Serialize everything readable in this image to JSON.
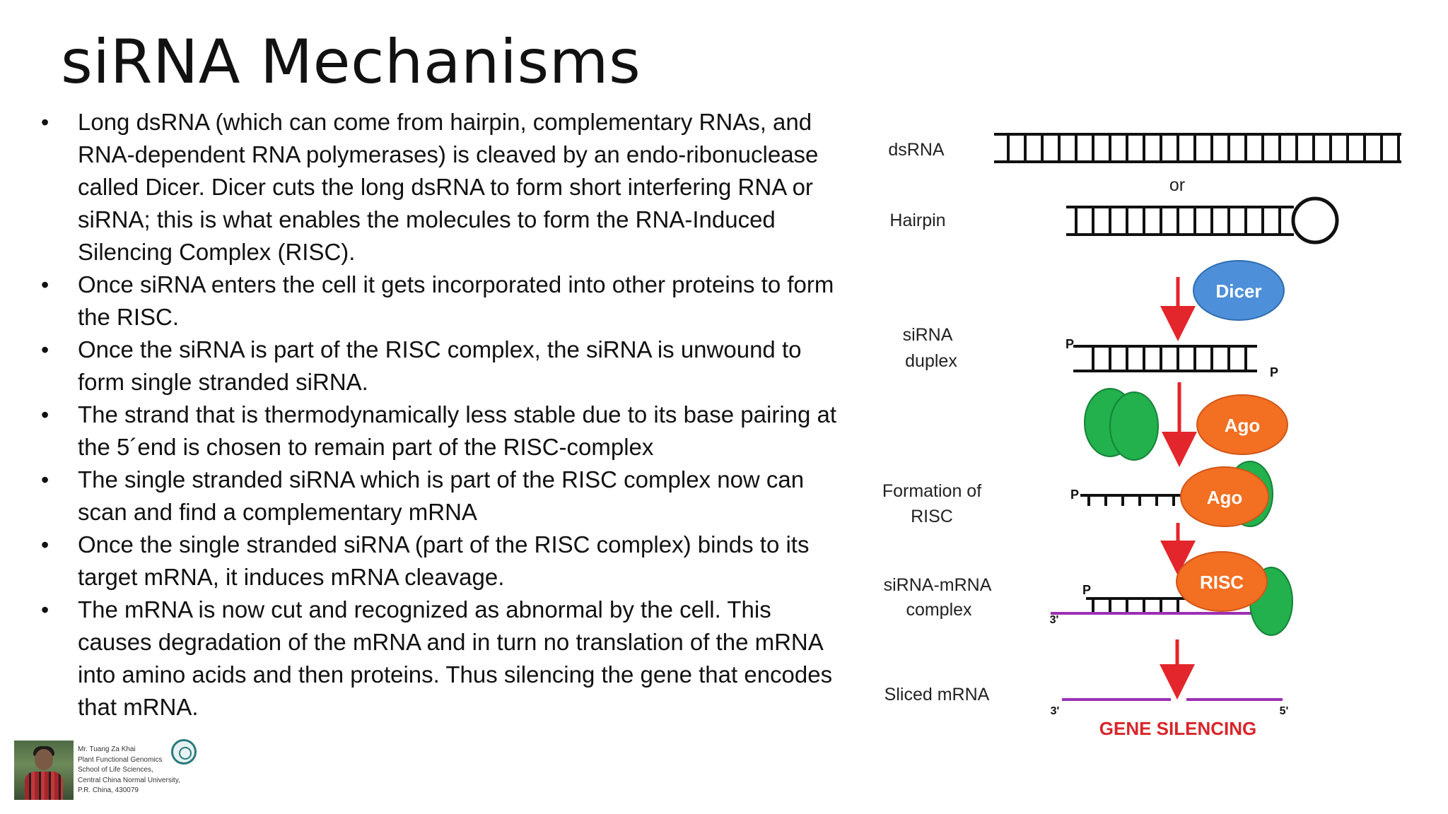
{
  "slide": {
    "title": "siRNA Mechanisms",
    "bullets": [
      "Long dsRNA (which can come from hairpin, complementary RNAs, and RNA-dependent RNA polymerases) is cleaved by an endo-ribonuclease called Dicer. Dicer cuts the long dsRNA to form short interfering RNA or siRNA; this is what enables the molecules to form the RNA-Induced Silencing Complex (RISC).",
      "Once siRNA enters the cell it gets incorporated into other proteins to form the RISC.",
      "Once the siRNA is part of the RISC complex, the siRNA is unwound to form single stranded siRNA.",
      "The strand that is thermodynamically less stable due to its base pairing at the 5´end is chosen to remain part of the RISC-complex",
      "The single stranded siRNA which is part of the RISC complex now can scan and find a complementary mRNA",
      "Once the single stranded siRNA (part of the RISC complex) binds to its target mRNA, it induces mRNA cleavage.",
      "The mRNA is now cut and recognized as abnormal by the cell. This causes degradation of the mRNA and in turn no translation of the mRNA into amino acids and then proteins. Thus silencing the gene that encodes that mRNA."
    ]
  },
  "diagram": {
    "labels": {
      "dsrna": "dsRNA",
      "or": "or",
      "hairpin": "Hairpin",
      "sirna_duplex_1": "siRNA",
      "sirna_duplex_2": "duplex",
      "formation_1": "Formation of",
      "formation_2": "RISC",
      "complex_1": "siRNA-mRNA",
      "complex_2": "complex",
      "sliced": "Sliced mRNA"
    },
    "proteins": {
      "dicer": "Dicer",
      "ago": "Ago",
      "risc": "RISC"
    },
    "ends": {
      "p": "P",
      "three_prime": "3'",
      "five_prime": "5'"
    },
    "result": "GENE SILENCING",
    "colors": {
      "arrow": "#e3262b",
      "dicer": "#4d8fd8",
      "ago": "#f36f21",
      "green_protein": "#22b14c",
      "mrna": "#9b30b4",
      "result": "#d9252a"
    }
  },
  "footer": {
    "credit_lines": [
      "Mr. Tuang Za Khai",
      "Plant Functional Genomics",
      "School of Life Sciences,",
      "Central China Normal University,",
      "P.R. China, 430079"
    ]
  }
}
